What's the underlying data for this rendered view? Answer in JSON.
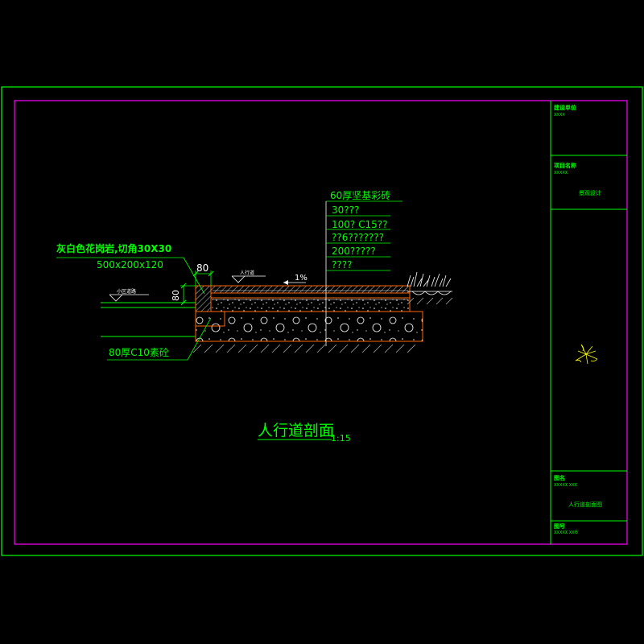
{
  "colors": {
    "background": "#000000",
    "outer_border": "#00ff00",
    "inner_border": "#ff00ff",
    "label": "#00ff00",
    "white_label": "#ffffff",
    "structure": "#ff6600",
    "fill_detail": "#ffffff",
    "ground_hatch": "#aaaaaa"
  },
  "drawing": {
    "title": "人行道剖面",
    "scale": "1:15"
  },
  "annotations": {
    "curb_material": "灰白色花岗岩,切角30X30",
    "curb_size": "500x200x120",
    "base_concrete": "80厚C10素砼",
    "dim_top": "80",
    "dim_side": "80",
    "sidewalk_label": "人行道",
    "road_label": "小区道路",
    "slope": "1%"
  },
  "layers": [
    "60厚坚基彩砖",
    "30???",
    "100? C15??",
    "??6???????",
    "200?????",
    "????"
  ],
  "title_block": {
    "cell1_title": "建设单位",
    "cell1_sub": "XXXX",
    "cell2_title": "项目名称",
    "cell2_sub": "XXXXX",
    "cell2_value": "景观设计",
    "cell3_title": "图名",
    "cell3_sub": "XXXXX XXX",
    "cell3_value": "人行道剖面图",
    "cell4_title": "图号",
    "cell4_sub": "XXXXX XX",
    "cell4_value": "6"
  }
}
